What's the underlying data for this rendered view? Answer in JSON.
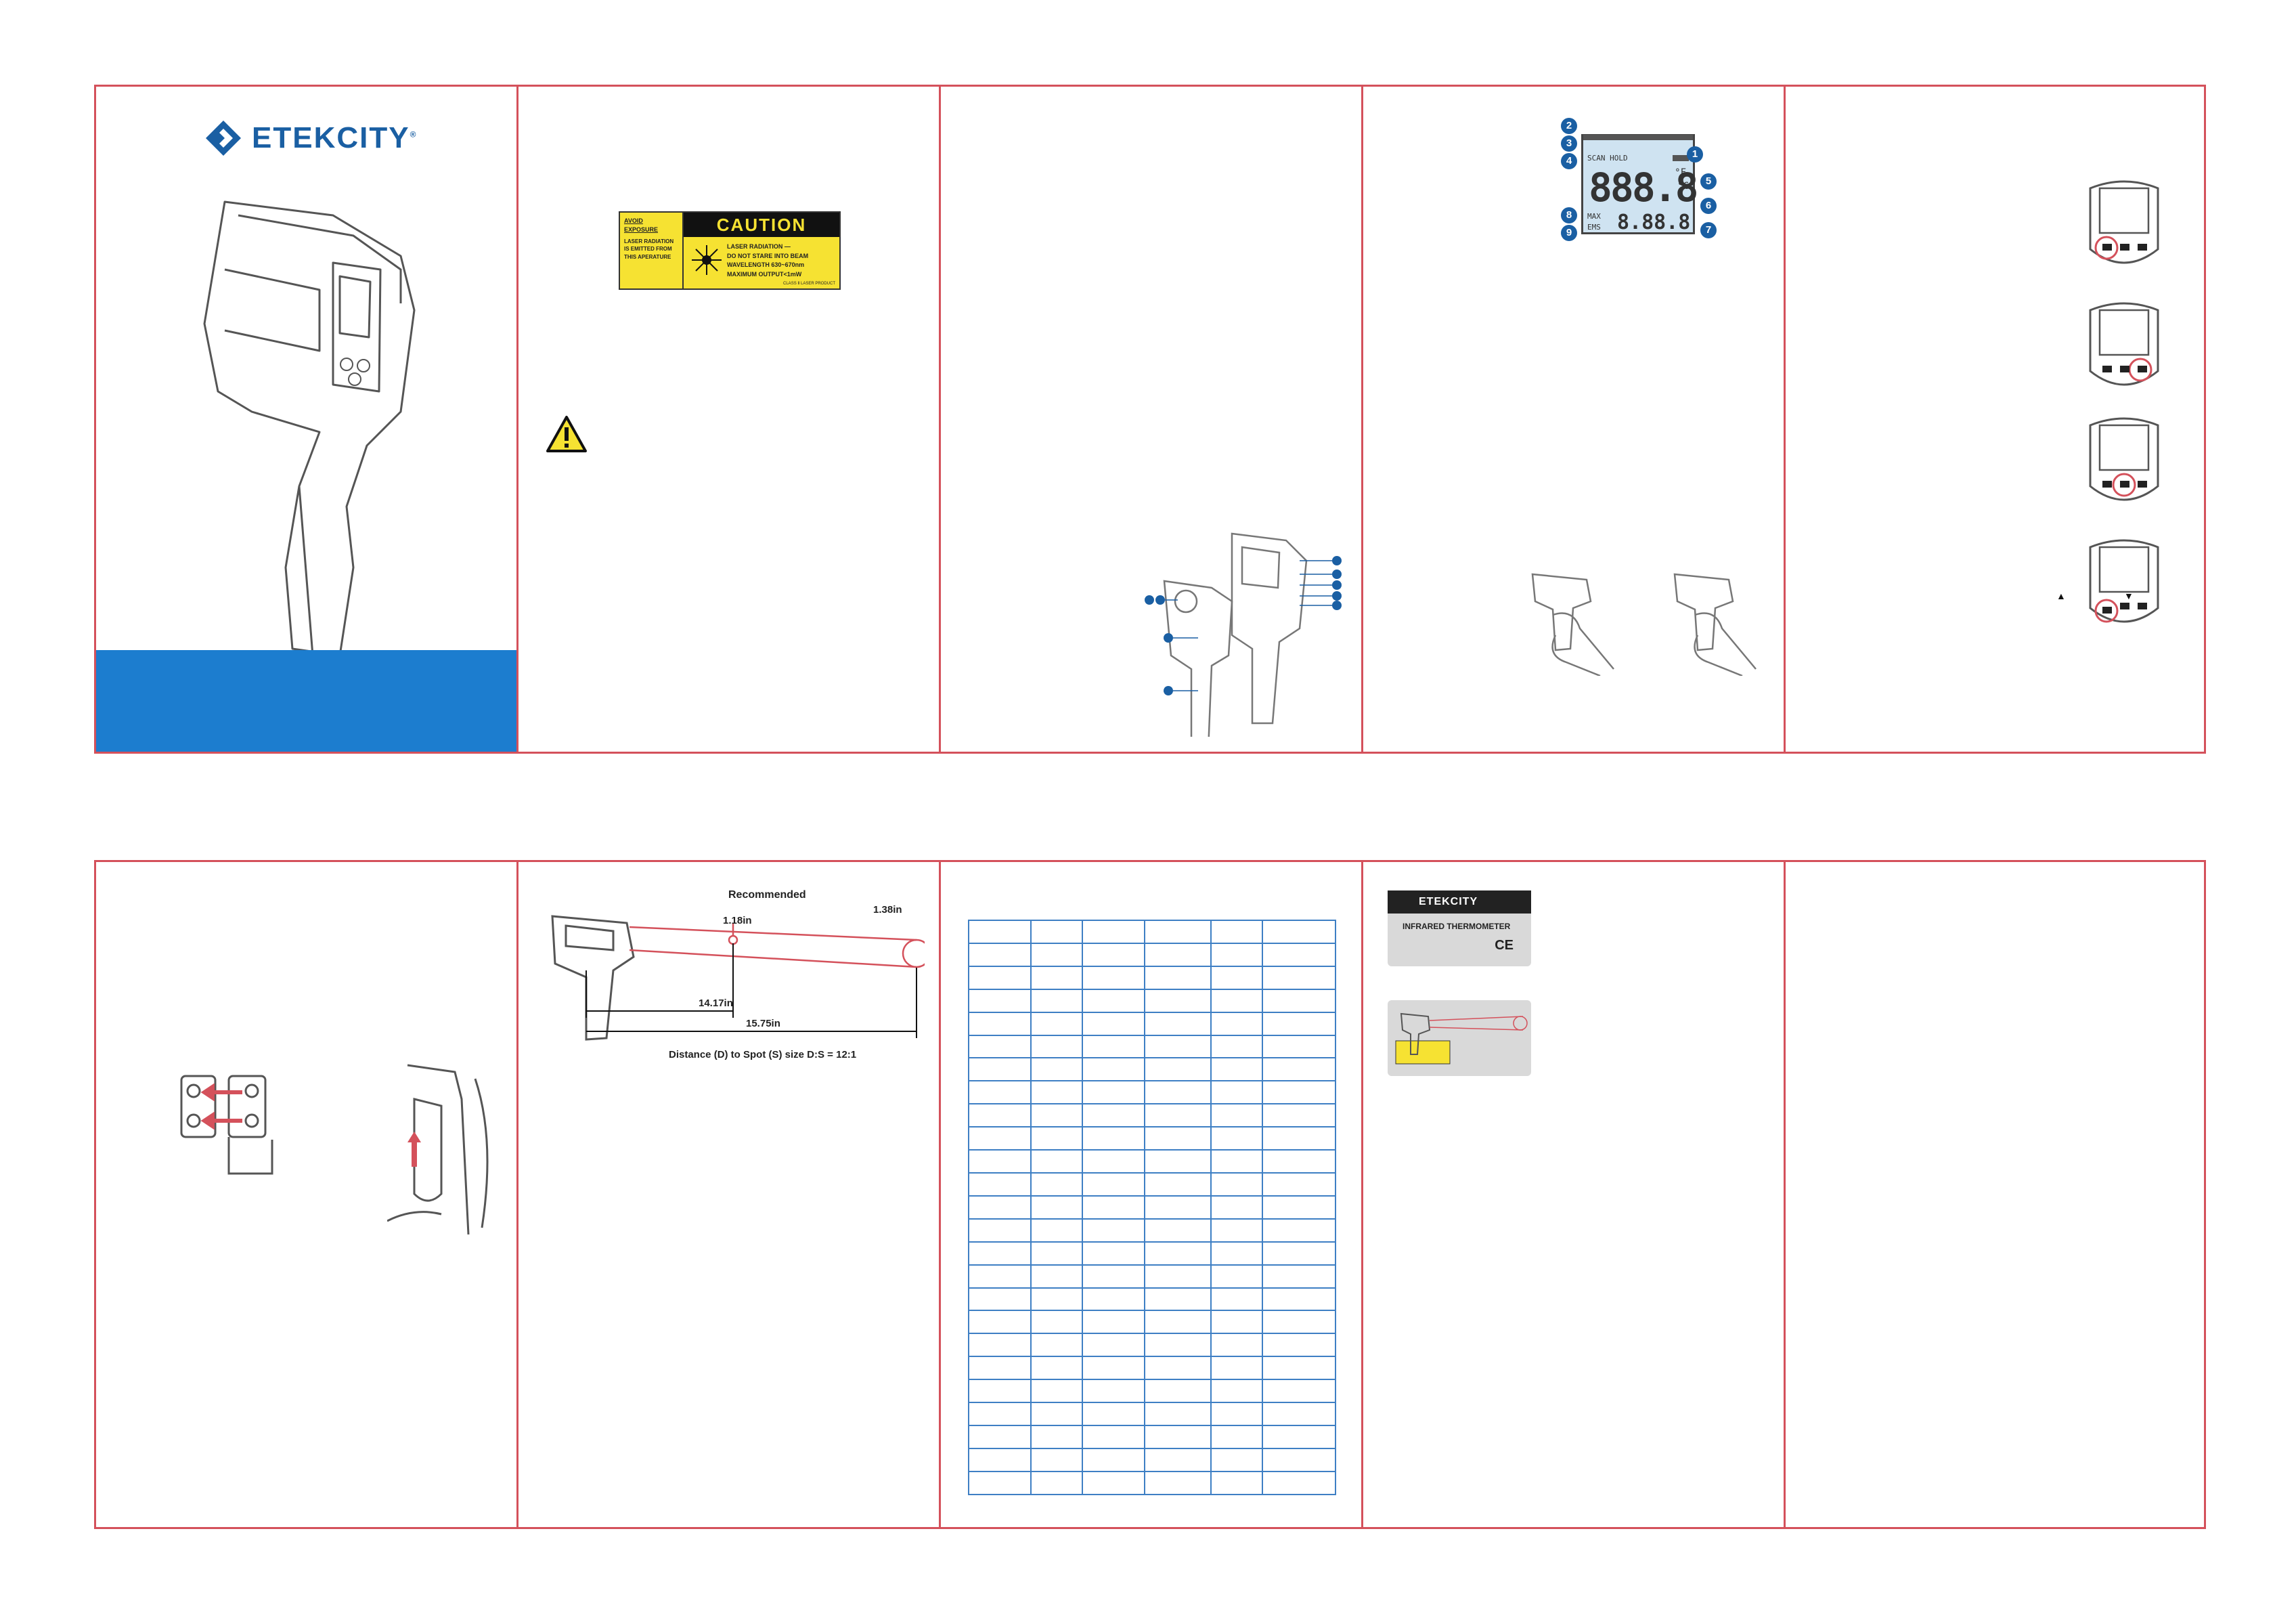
{
  "brand": {
    "name": "ETEKCITY",
    "mark": "®"
  },
  "caution_label": {
    "left_heading": "AVOID EXPOSURE",
    "left_text": "LASER RADIATION IS EMITTED FROM THIS APERATURE",
    "title": "CAUTION",
    "line1": "LASER RADIATION —",
    "line2": "DO NOT STARE INTO BEAM",
    "line3": "WAVELENGTH 630~670nm",
    "line4": "MAXIMUM OUTPUT<1mW",
    "footer": "CLASS Ⅱ LASER PRODUCT"
  },
  "lcd": {
    "hold": "SCAN HOLD",
    "main": "888.8",
    "unit_f": "°F",
    "unit_c": "°C",
    "max": "MAX",
    "ems": "EMS",
    "small": "8.88.8",
    "callouts": [
      "1",
      "2",
      "3",
      "4",
      "5",
      "6",
      "7",
      "8",
      "9"
    ]
  },
  "keypad": {
    "up": "▲",
    "down": "▼"
  },
  "distance_diagram": {
    "recommended": "Recommended",
    "spot_near": "1.18in",
    "spot_far": "1.38in",
    "dist_near": "14.17in",
    "dist_far": "15.75in",
    "ratio": "Distance (D) to Spot (S) size D:S = 12:1"
  },
  "product_label": {
    "brand": "ETEKCITY",
    "model": "INFRARED THERMOMETER",
    "ce": "CE"
  },
  "colors": {
    "border": "#d4515b",
    "cover_blue": "#1c7dcf",
    "brand_blue": "#1a5fa3",
    "table_line": "#3e7fc4",
    "caution_yellow": "#f6e232"
  }
}
